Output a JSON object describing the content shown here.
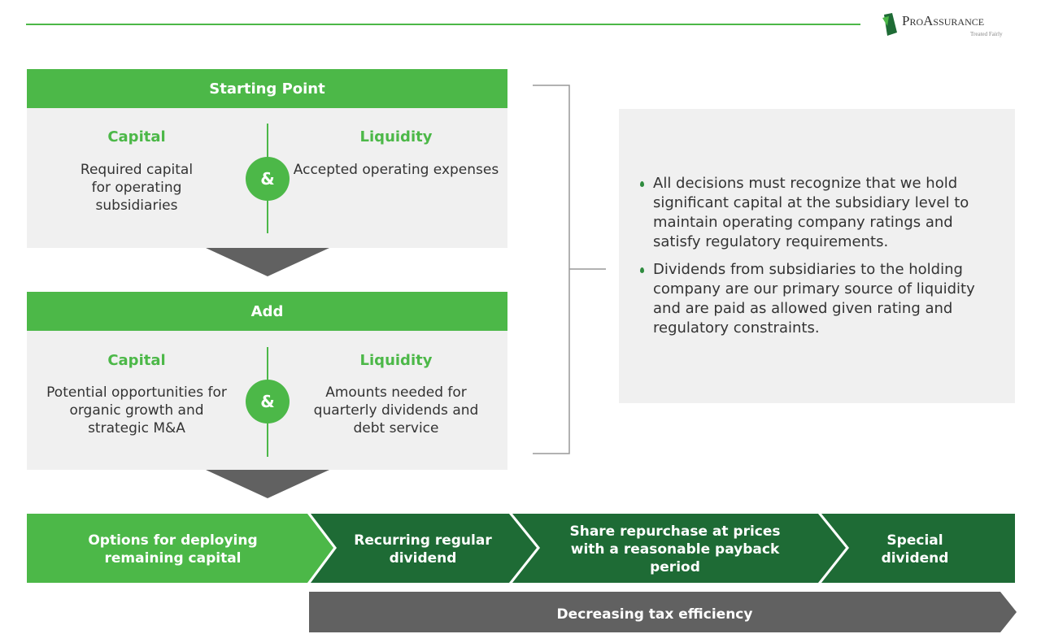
{
  "logo": {
    "name": "ProAssurance",
    "tagline": "Treated Fairly"
  },
  "colors": {
    "light_green": "#4cb848",
    "dark_green": "#1e6b35",
    "panel": "#f0f0f0",
    "gray_arrow": "#616161"
  },
  "starting_point": {
    "title": "Starting Point",
    "capital_label": "Capital",
    "capital_desc": "Required capital for operating subsidiaries",
    "amp": "&",
    "liquidity_label": "Liquidity",
    "liquidity_desc": "Accepted operating expenses"
  },
  "add": {
    "title": "Add",
    "capital_label": "Capital",
    "capital_desc": "Potential opportunities for organic growth and strategic M&A",
    "amp": "&",
    "liquidity_label": "Liquidity",
    "liquidity_desc": "Amounts needed for quarterly dividends and debt service"
  },
  "notes": [
    "All decisions must recognize that we hold significant capital at the subsidiary level to maintain operating company ratings and satisfy regulatory requirements.",
    "Dividends from subsidiaries to the holding company are our primary source of liquidity and are paid as allowed given rating and regulatory constraints."
  ],
  "options": [
    "Options for deploying remaining capital",
    "Recurring regular dividend",
    "Share repurchase at prices with a reasonable payback period",
    "Special dividend"
  ],
  "tax_arrow": "Decreasing tax efficiency"
}
